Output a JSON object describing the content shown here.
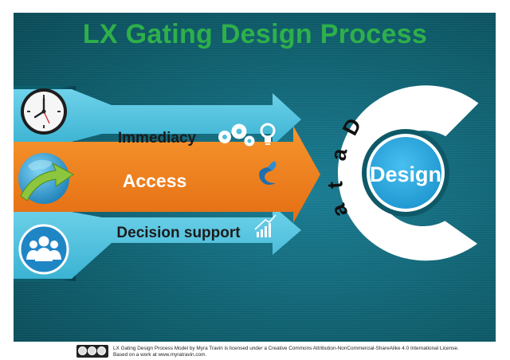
{
  "title": "LX Gating Design Process",
  "arrows": {
    "immediacy": "Immediacy",
    "access": "Access",
    "decision_support": "Decision support"
  },
  "center": {
    "ring_word": "Data",
    "core_word": "Design"
  },
  "icons": {
    "clock": "clock-icon",
    "globe": "globe-arrow-icon",
    "people": "people-group-icon",
    "gears": "gears-icon",
    "bulb": "lightbulb-icon",
    "swirl": "swirl-icon",
    "chart": "bar-chart-icon",
    "license": "creative-commons-icon"
  },
  "colors": {
    "title_green": "#2eb04a",
    "arrow_blue": "#4fbfdc",
    "arrow_orange": "#f07f1f",
    "panel_dark": "#10606f",
    "core_blue": "#36aee0"
  },
  "footer": {
    "line1": "LX Gating Design Process Model by Myra Travin is licensed under a Creative Commons Attribution-NonCommercial-ShareAlike 4.0 International License.",
    "line2": "Based on a work at www.myratravin.com."
  }
}
